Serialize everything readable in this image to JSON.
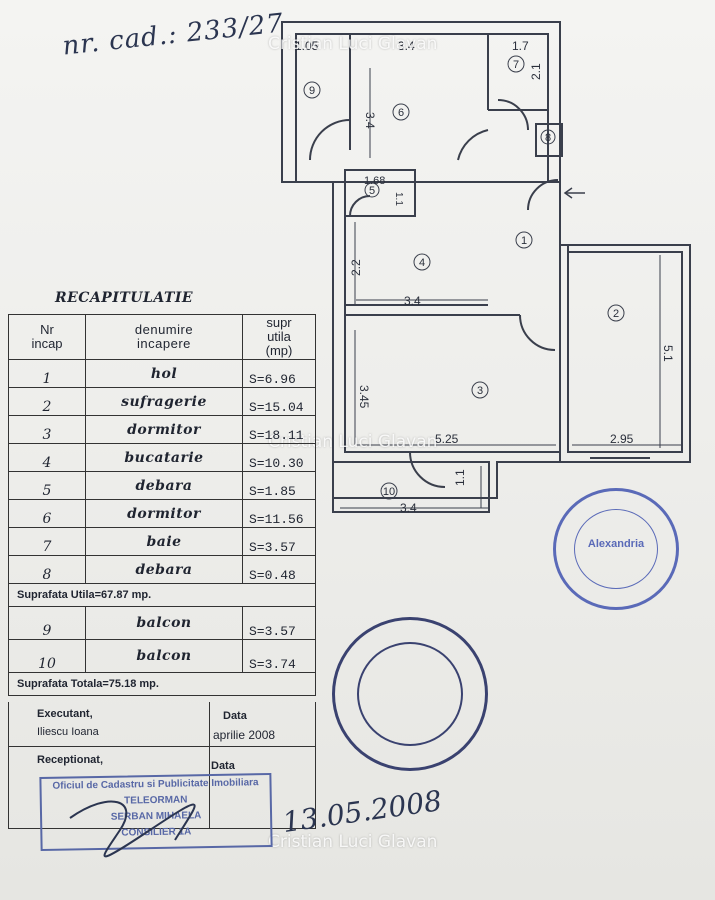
{
  "header": {
    "cadastral_number": "nr. cad.: 233/27",
    "watermark": "Cristian Luci Glavan"
  },
  "plan": {
    "dimensions": {
      "d1": "1.05",
      "d2": "3.4",
      "d3": "1.7",
      "d4": "2.1",
      "d5": "3.4",
      "d6": "1.68",
      "d7": "1.1",
      "d8": "2.2",
      "d9": "3.4",
      "d10": "3.45",
      "d11": "5.1",
      "d12": "5.25",
      "d13": "2.95",
      "d14": "1.1",
      "d15": "3.4"
    },
    "rooms": [
      "1",
      "2",
      "3",
      "4",
      "5",
      "6",
      "7",
      "8",
      "9",
      "10"
    ]
  },
  "recap": {
    "title": "RECAPITULATIE",
    "headers": {
      "nr": [
        "Nr",
        "incap"
      ],
      "name": [
        "denumire",
        "incapere"
      ],
      "area": [
        "supr",
        "utila",
        "(mp)"
      ]
    },
    "rows": [
      {
        "nr": "1",
        "name": "hol",
        "area": "S=6.96"
      },
      {
        "nr": "2",
        "name": "sufragerie",
        "area": "S=15.04"
      },
      {
        "nr": "3",
        "name": "dormitor",
        "area": "S=18.11"
      },
      {
        "nr": "4",
        "name": "bucatarie",
        "area": "S=10.30"
      },
      {
        "nr": "5",
        "name": "debara",
        "area": "S=1.85"
      },
      {
        "nr": "6",
        "name": "dormitor",
        "area": "S=11.56"
      },
      {
        "nr": "7",
        "name": "baie",
        "area": "S=3.57"
      },
      {
        "nr": "8",
        "name": "debara",
        "area": "S=0.48"
      }
    ],
    "useful_total": "Suprafata Utila=67.87 mp.",
    "balcony_rows": [
      {
        "nr": "9",
        "name": "balcon",
        "area": "S=3.57"
      },
      {
        "nr": "10",
        "name": "balcon",
        "area": "S=3.74"
      }
    ],
    "grand_total": "Suprafata Totala=75.18 mp."
  },
  "signoff": {
    "executant_label": "Executant,",
    "executant_name": "Iliescu Ioana",
    "data_label": "Data",
    "data_value": "aprilie  2008",
    "receptionat_label": "Receptionat,",
    "data_label2": "Data"
  },
  "stamps": {
    "office_line1": "Oficiul  de Cadastru si Publicitate Imobiliara",
    "office_line2": "TELEORMAN",
    "office_line3": "SERBAN MIHAELA",
    "office_line4": "CONSILIER 1A",
    "seal_city": "Alexandria",
    "handwritten_date": "13.05.2008"
  },
  "colors": {
    "stamp_blue": "#5868a6",
    "ink": "#2b3550"
  }
}
